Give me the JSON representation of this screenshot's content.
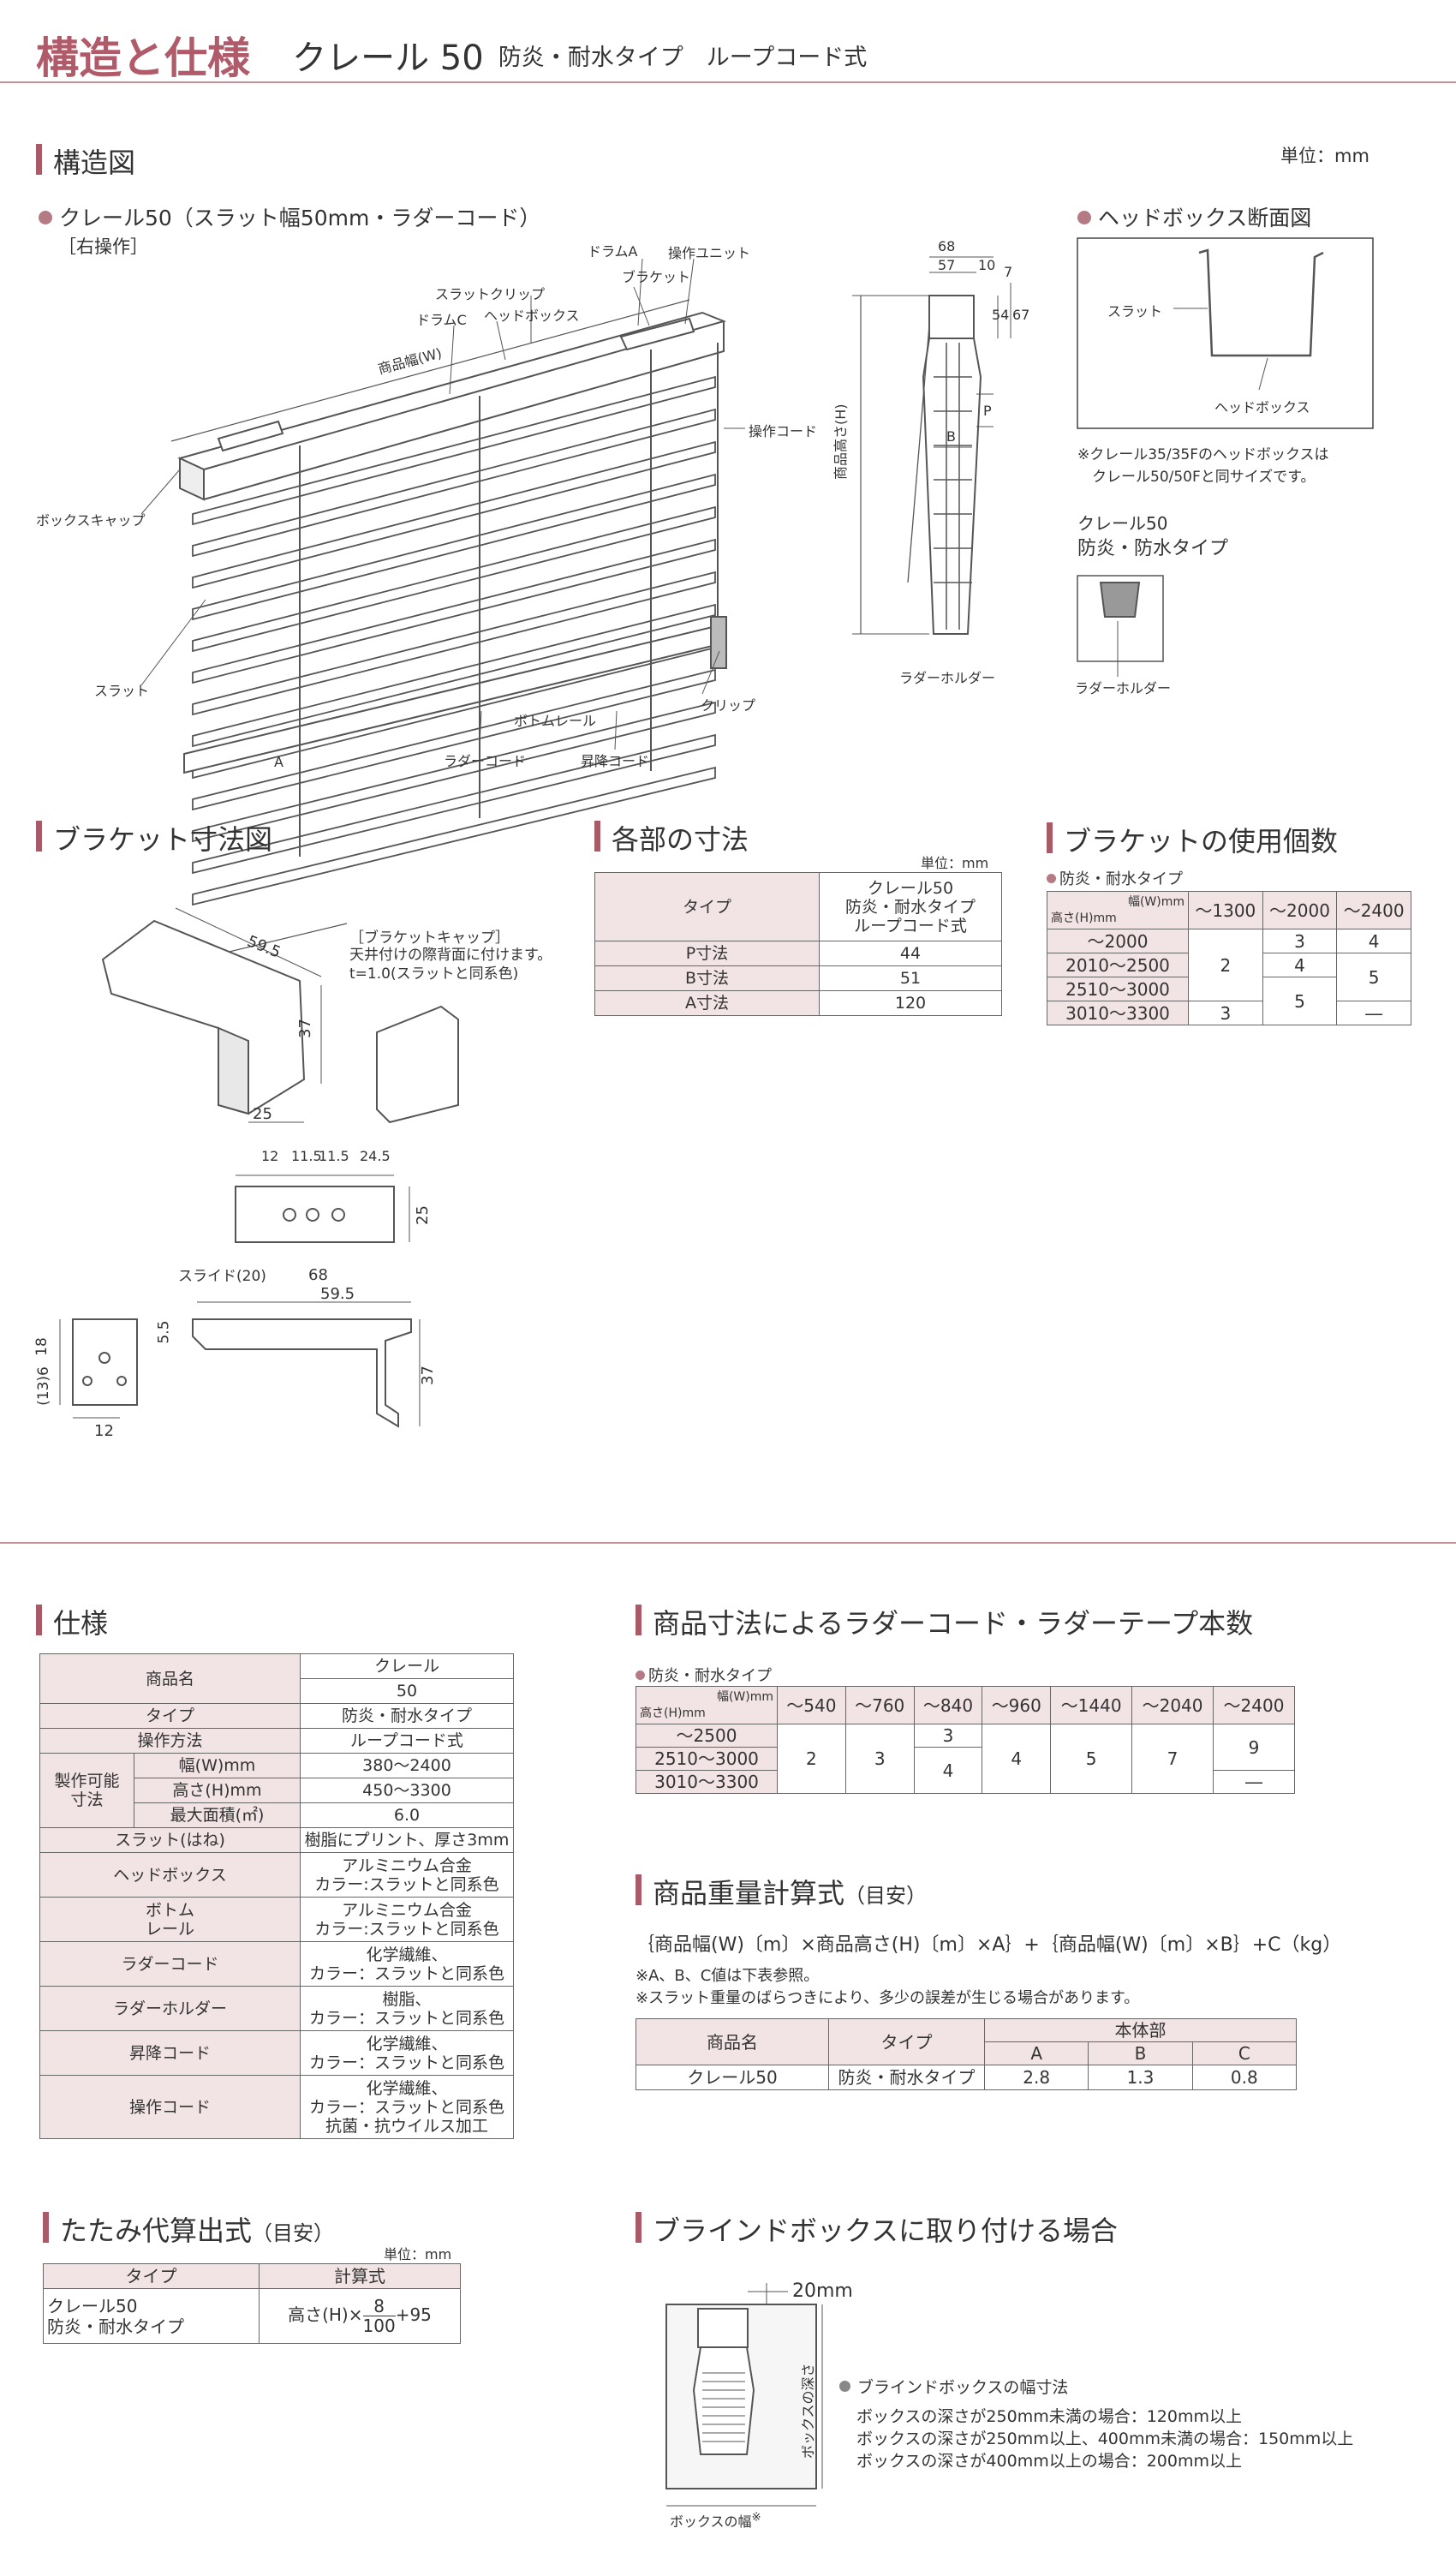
{
  "header": {
    "title": "構造と仕様",
    "product": "クレール 50",
    "subtitle": "防炎・耐水タイプ　ループコード式"
  },
  "structure": {
    "section": "構造図",
    "unit": "単位：mm",
    "main_label": "クレール50（スラット幅50mm・ラダーコード）",
    "operation": "［右操作］",
    "callouts": {
      "drum_a": "ドラムA",
      "unit": "操作ユニット",
      "clip_slat": "スラットクリップ",
      "bracket": "ブラケット",
      "drum_c": "ドラムC",
      "headbox": "ヘッドボックス",
      "width": "商品幅(W)",
      "cord_op": "操作コード",
      "boxcap": "ボックスキャップ",
      "slat": "スラット",
      "bottomrail": "ボトムレール",
      "clip": "クリップ",
      "ladder": "ラダーコード",
      "lift": "昇降コード",
      "a": "A",
      "height": "商品高さ(H)",
      "ladder_holder": "ラダーホルダー",
      "p": "P",
      "b": "B",
      "d68": "68",
      "d57": "57",
      "d10": "10",
      "d7": "7",
      "d54": "54",
      "d67": "67"
    },
    "headbox_section": "ヘッドボックス断面図",
    "hb_slat": "スラット",
    "hb_headbox": "ヘッドボックス",
    "hb_note": "※クレール35/35Fのヘッドボックスは\n　クレール50/50Fと同サイズです。",
    "hb_product": "クレール50",
    "hb_type": "防炎・防水タイプ",
    "hb_holder": "ラダーホルダー"
  },
  "bracket_dim": {
    "section": "ブラケット寸法図",
    "cap_title": "［ブラケットキャップ］",
    "cap_l1": "天井付けの際背面に付けます。",
    "cap_l2": "t=1.0(スラットと同系色)",
    "d595": "59.5",
    "d37": "37",
    "d25": "25",
    "d12": "12",
    "d115a": "11.5",
    "d115b": "11.5",
    "d245": "24.5",
    "d25b": "25",
    "slide": "スライド(20)",
    "d68": "68",
    "d595b": "59.5",
    "d55": "5.5",
    "d37b": "37",
    "d18": "18",
    "d136": "(13)6",
    "d12b": "12"
  },
  "parts": {
    "section": "各部の寸法",
    "unit": "単位：mm",
    "h_type": "タイプ",
    "h_col": "クレール50\n防炎・耐水タイプ\nループコード式",
    "rows": [
      {
        "k": "P寸法",
        "v": "44"
      },
      {
        "k": "B寸法",
        "v": "51"
      },
      {
        "k": "A寸法",
        "v": "120"
      }
    ]
  },
  "bracket_count": {
    "section": "ブラケットの使用個数",
    "type": "防炎・耐水タイプ",
    "corner_w": "幅(W)mm",
    "corner_h": "高さ(H)mm",
    "cols": [
      "～1300",
      "～2000",
      "～2400"
    ],
    "rows": [
      "～2000",
      "2010～2500",
      "2510～3000",
      "3010～3300"
    ],
    "v2": "2",
    "v3a": "3",
    "v4a": "4",
    "v4b": "4",
    "v5a": "5",
    "v5b": "5",
    "v3b": "3",
    "vdash": "―"
  },
  "spec": {
    "section": "仕様",
    "rows": {
      "name_k": "商品名",
      "name_v1": "クレール",
      "name_v2": "50",
      "type_k": "タイプ",
      "type_v": "防炎・耐水タイプ",
      "op_k": "操作方法",
      "op_v": "ループコード式",
      "range_k": "製作可能\n寸法",
      "w_k": "幅(W)mm",
      "w_v": "380～2400",
      "h_k": "高さ(H)mm",
      "h_v": "450～3300",
      "area_k": "最大面積(㎡)",
      "area_v": "6.0",
      "slat_k": "スラット(はね)",
      "slat_v": "樹脂にプリント、厚さ3mm",
      "hb_k": "ヘッドボックス",
      "hb_v": "アルミニウム合金\nカラー:スラットと同系色",
      "br_k": "ボトム\nレール",
      "br_v": "アルミニウム合金\nカラー:スラットと同系色",
      "lc_k": "ラダーコード",
      "lc_v": "化学繊維、\nカラー：スラットと同系色",
      "lh_k": "ラダーホルダー",
      "lh_v": "樹脂、\nカラー：スラットと同系色",
      "lift_k": "昇降コード",
      "lift_v": "化学繊維、\nカラー：スラットと同系色",
      "opc_k": "操作コード",
      "opc_v": "化学繊維、\nカラー：スラットと同系色\n抗菌・抗ウイルス加工"
    }
  },
  "ladder_count": {
    "section": "商品寸法によるラダーコード・ラダーテープ本数",
    "type": "防炎・耐水タイプ",
    "corner_w": "幅(W)mm",
    "corner_h": "高さ(H)mm",
    "cols": [
      "～540",
      "～760",
      "～840",
      "～960",
      "～1440",
      "～2040",
      "～2400"
    ],
    "rows": [
      "～2500",
      "2510～3000",
      "3010～3300"
    ],
    "v2": "2",
    "v3": "3",
    "v3b": "3",
    "v4": "4",
    "v4b": "4",
    "v5": "5",
    "v7": "7",
    "v9": "9",
    "vdash": "―"
  },
  "weight": {
    "section": "商品重量計算式",
    "sec_small": "（目安）",
    "formula": "｛商品幅(W)〔m〕×商品高さ(H)〔m〕×A｝+｛商品幅(W)〔m〕×B｝+C（kg）",
    "note1": "※A、B、C値は下表参照。",
    "note2": "※スラット重量のばらつきにより、多少の誤差が生じる場合があります。",
    "h_name": "商品名",
    "h_type": "タイプ",
    "h_body": "本体部",
    "h_a": "A",
    "h_b": "B",
    "h_c": "C",
    "r_name": "クレール50",
    "r_type": "防炎・耐水タイプ",
    "r_a": "2.8",
    "r_b": "1.3",
    "r_c": "0.8"
  },
  "stack": {
    "section": "たたみ代算出式",
    "sec_small": "（目安）",
    "unit": "単位：mm",
    "h_type": "タイプ",
    "h_calc": "計算式",
    "r_type": "クレール50\n防炎・耐水タイプ",
    "r_pre": "高さ(H)×",
    "num": "8",
    "den": "100",
    "r_post": "+95"
  },
  "box": {
    "section": "ブラインドボックスに取り付ける場合",
    "d20": "20mm",
    "depth": "ボックスの深さ",
    "width": "ボックスの幅",
    "w_star": "※",
    "title": "ブラインドボックスの幅寸法",
    "l1": "ボックスの深さが250mm未満の場合：120mm以上",
    "l2": "ボックスの深さが250mm以上、400mm未満の場合：150mm以上",
    "l3": "ボックスの深さが400mm以上の場合：200mm以上"
  }
}
